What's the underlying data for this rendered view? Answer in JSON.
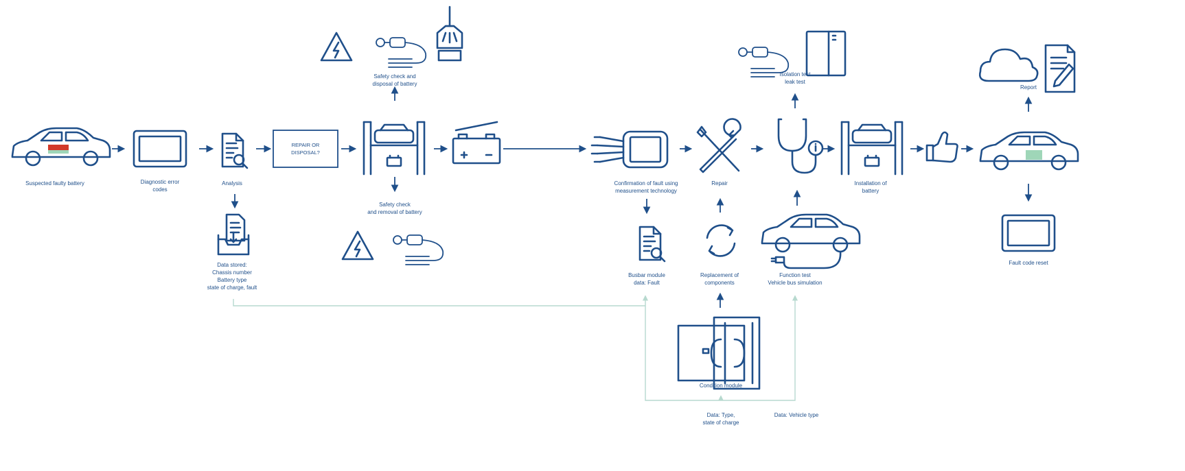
{
  "colors": {
    "primary": "#1f4f8a",
    "feedback_line": "#b7d9cf",
    "car_badge_red": "#d23a2a",
    "car_badge_green": "#9fd6b8",
    "background": "#ffffff"
  },
  "steps": {
    "suspected": {
      "label": "Suspected faulty battery",
      "icon": "car-with-badge-icon"
    },
    "diagnostic": {
      "label": "Diagnostic error\ncodes",
      "icon": "tablet-icon"
    },
    "analysis": {
      "label": "Analysis",
      "icon": "document-magnifier-icon"
    },
    "data_stored": {
      "label": "Data stored:\nChassis number\nBattery type\nstate of charge, fault",
      "icon": "inbox-document-icon"
    },
    "repair_or_disposal": {
      "label": "REPAIR OR\nDISPOSAL?"
    },
    "lift_removal": {
      "icon": "lift-with-car-icon"
    },
    "safety_disposal": {
      "label": "Safety check and\ndisposal of battery",
      "icons": [
        "high-voltage-warning-icon",
        "tester-probes-icon",
        "crusher-icon"
      ]
    },
    "safety_removal": {
      "label": "Safety check\nand removal of battery",
      "icons": [
        "high-voltage-warning-icon",
        "tester-probes-icon"
      ]
    },
    "battery": {
      "icon": "battery-pack-icon"
    },
    "confirmation": {
      "label": "Confirmation of fault using\nmeasurement technology",
      "icon": "battery-module-probes-icon"
    },
    "busbar": {
      "label": "Busbar module\ndata: Fault",
      "icon": "document-magnifier-icon"
    },
    "repair": {
      "label": "Repair",
      "icon": "tools-icon"
    },
    "replacement": {
      "label": "Replacement of\ncomponents",
      "icon": "exchange-arrows-icon"
    },
    "condition_module": {
      "label": "Condition module",
      "icon": "condition-module-icon"
    },
    "data_type": {
      "label": "Data: Type,\nstate of charge"
    },
    "data_vehicle": {
      "label": "Data: Vehicle type"
    },
    "isolation": {
      "label": "Isolation test\nleak test",
      "icons": [
        "tester-probes-icon",
        "test-chamber-icon"
      ]
    },
    "function_test": {
      "label": "Function test\nVehicle bus simulation",
      "icon": "car-with-plug-icon"
    },
    "stethoscope": {
      "icon": "stethoscope-icon"
    },
    "installation": {
      "label": "Installation of\nbattery",
      "icon": "lift-with-car-icon"
    },
    "thumbs": {
      "icon": "thumbs-up-icon"
    },
    "final_car": {
      "icon": "car-with-badge-icon"
    },
    "report": {
      "label": "Report",
      "icons": [
        "cloud-icon",
        "report-document-icon"
      ]
    },
    "fault_reset": {
      "label": "Fault code reset",
      "icon": "tablet-icon"
    }
  }
}
